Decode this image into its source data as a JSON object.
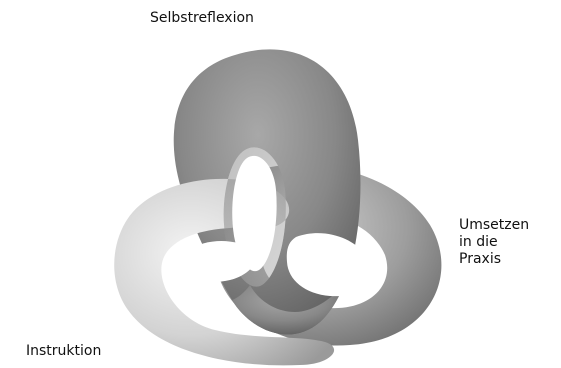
{
  "labels": {
    "top": "Selbstreflexion",
    "right_lines": [
      "Umsetzen",
      "in die",
      "Praxis"
    ],
    "left": "Instruktion"
  },
  "colors": {
    "background": "#ffffff",
    "loop_dark": "#7a7a7a",
    "loop_mid": "#a3a3a3",
    "loop_light": "#d6d6d6",
    "highlight": "#f2f2f2",
    "text": "#111111"
  }
}
